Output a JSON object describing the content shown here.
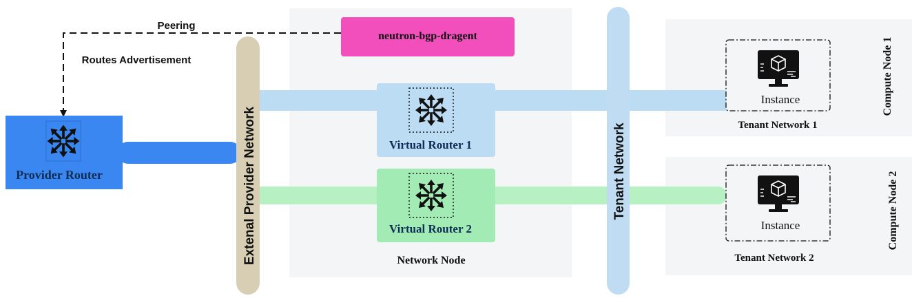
{
  "edges": {
    "peering_label": "Peering",
    "routes_label": "Routes Advertisement"
  },
  "bgp_agent": {
    "label": "neutron-bgp-dragent"
  },
  "provider_router": {
    "label": "Provider Router"
  },
  "external_network": {
    "label": "Extenal Provider Network"
  },
  "tenant_network": {
    "label": "Tenant Network"
  },
  "network_node": {
    "label": "Network Node",
    "routers": [
      {
        "label": "Virtual Router  1"
      },
      {
        "label": "Virtual Router  2"
      }
    ]
  },
  "compute_nodes": [
    {
      "label": "Compute Node 1",
      "instance_label": "Instance",
      "tenant_network_label": "Tenant Network 1"
    },
    {
      "label": "Compute Node 2",
      "instance_label": "Instance",
      "tenant_network_label": "Tenant Network 2"
    }
  ],
  "colors": {
    "provider_router": "#3b87f2",
    "bgp_agent": "#f24fbd",
    "external_bus": "#d7ceb3",
    "tenant_bus": "#bfdcf3",
    "link_1": "#bcdcf3",
    "link_2": "#b6f0c3",
    "router_1": "#bcdcf3",
    "router_2": "#a3ebb4",
    "node_background": "#f3f5f6"
  }
}
